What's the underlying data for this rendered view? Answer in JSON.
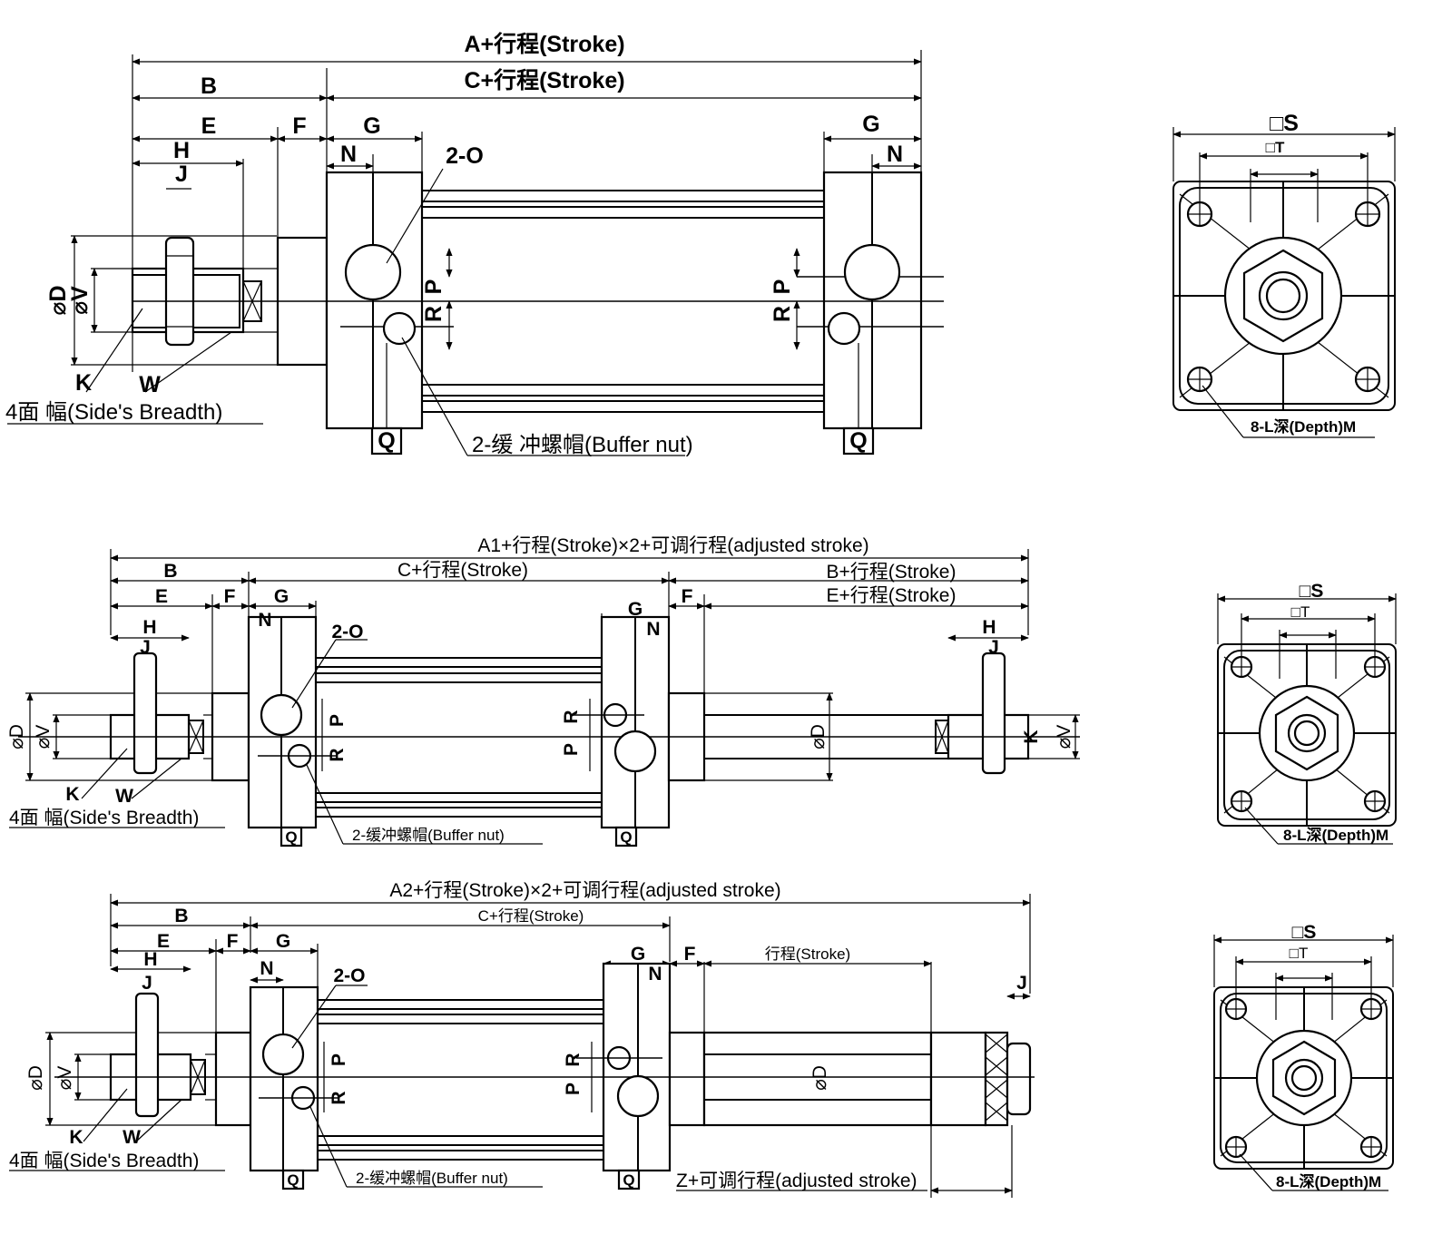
{
  "colors": {
    "line": "#000000",
    "background": "#ffffff"
  },
  "view1": {
    "dim_total": "A+行程(Stroke)",
    "dim_c": "C+行程(Stroke)",
    "B": "B",
    "E": "E",
    "F": "F",
    "G": "G",
    "G2": "G",
    "H": "H",
    "J": "J",
    "N": "N",
    "N2": "N",
    "D": "⌀D",
    "V": "⌀V",
    "port": "2-O",
    "P": "P",
    "R": "R",
    "P2": "P",
    "R2": "R",
    "Q": "Q",
    "Q2": "Q",
    "K": "K",
    "W": "W",
    "side_breadth": "4面 幅(Side's Breadth)",
    "buffer_nut": "2-缓 冲螺帽(Buffer nut)"
  },
  "end1": {
    "S": "□S",
    "T": "□T",
    "depth": "8-L深(Depth)M"
  },
  "view2": {
    "dim_total": "A1+行程(Stroke)×2+可调行程(adjusted stroke)",
    "dim_c": "C+行程(Stroke)",
    "dim_b2": "B+行程(Stroke)",
    "dim_e2": "E+行程(Stroke)",
    "B": "B",
    "E": "E",
    "F": "F",
    "F2": "F",
    "G": "G",
    "G2": "G",
    "H": "H",
    "H2": "H",
    "J": "J",
    "J2": "J",
    "N": "N",
    "N2": "N",
    "D": "⌀D",
    "V": "⌀V",
    "D2": "⌀D",
    "V2": "⌀V",
    "port": "2-O",
    "P": "P",
    "R": "R",
    "P2": "P",
    "R2": "R",
    "Q": "Q",
    "Q2": "Q",
    "K": "K",
    "K2": "K",
    "W": "W",
    "side_breadth": "4面 幅(Side's Breadth)",
    "buffer_nut": "2-缓冲螺帽(Buffer nut)"
  },
  "end2": {
    "S": "□S",
    "T": "□T",
    "depth": "8-L深(Depth)M"
  },
  "view3": {
    "dim_total": "A2+行程(Stroke)×2+可调行程(adjusted stroke)",
    "dim_c": "C+行程(Stroke)",
    "dim_stroke": "行程(Stroke)",
    "dim_z": "Z+可调行程(adjusted stroke)",
    "B": "B",
    "E": "E",
    "F": "F",
    "F2": "F",
    "G": "G",
    "G2": "G",
    "H": "H",
    "J": "J",
    "J2": "J",
    "N": "N",
    "N2": "N",
    "D": "⌀D",
    "V": "⌀V",
    "D2": "⌀D",
    "port": "2-O",
    "P": "P",
    "R": "R",
    "P2": "P",
    "R2": "R",
    "Q": "Q",
    "Q2": "Q",
    "K": "K",
    "W": "W",
    "side_breadth": "4面 幅(Side's Breadth)",
    "buffer_nut": "2-缓冲螺帽(Buffer nut)"
  },
  "end3": {
    "S": "□S",
    "T": "□T",
    "depth": "8-L深(Depth)M"
  }
}
